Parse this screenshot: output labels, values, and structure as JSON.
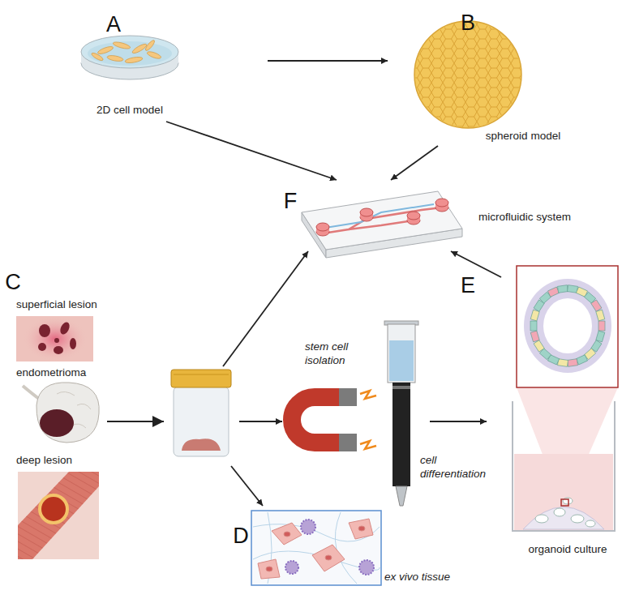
{
  "diagram": {
    "nodes": [
      {
        "text": [
          "A",
          "2D cell model"
        ]
      },
      {
        "text": [
          "B",
          "spheroid model"
        ]
      },
      {
        "text": [
          "F",
          "microfluidic system"
        ]
      },
      {
        "text": [
          "C"
        ]
      },
      {
        "text": [
          "superficial lesion"
        ],
        "in": 3
      },
      {
        "text": [
          "endometrioma"
        ],
        "in": 3
      },
      {
        "text": [
          "deep lesion"
        ],
        "in": 3
      },
      {
        "text": [
          "stem cell isolation",
          "cell differentiation"
        ]
      },
      {
        "text": [
          "E",
          "organoid culture"
        ]
      },
      {
        "text": [
          "D",
          "ex vivo tissue"
        ]
      }
    ],
    "edges": [
      {
        "from": 0,
        "to": 1,
        "arrow": "to"
      },
      {
        "from": 0,
        "to": 2,
        "arrow": "to"
      },
      {
        "from": 1,
        "to": 2,
        "arrow": "to"
      },
      {
        "from": 3,
        "to": 2,
        "arrow": "to"
      },
      {
        "from": 3,
        "to": 7,
        "arrow": "to"
      },
      {
        "from": 3,
        "to": 9,
        "arrow": "to"
      },
      {
        "from": 7,
        "to": 8,
        "arrow": "to"
      },
      {
        "from": 8,
        "to": 2,
        "arrow": "to"
      }
    ]
  }
}
